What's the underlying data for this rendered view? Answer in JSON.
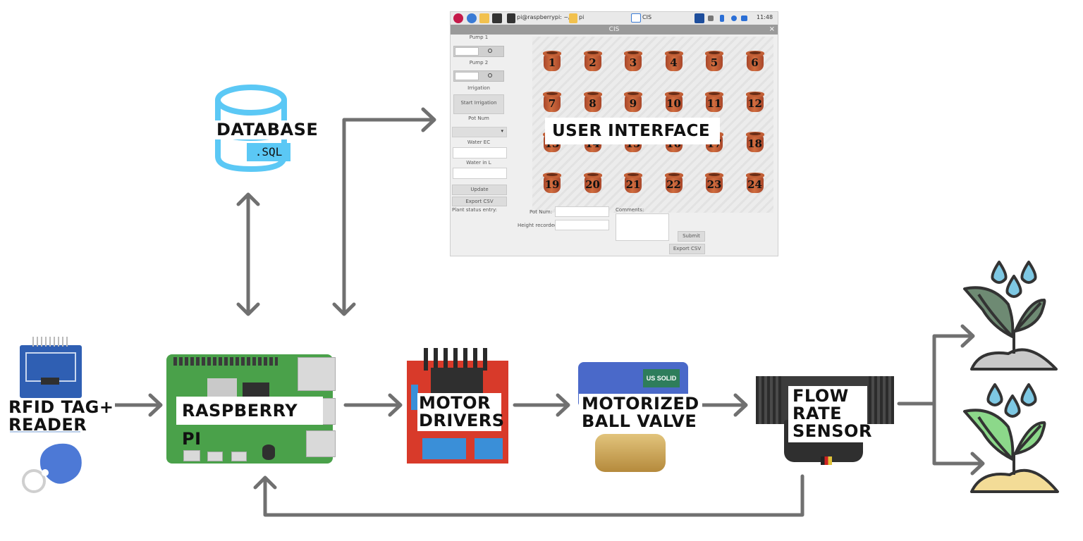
{
  "labels": {
    "database": "DATABASE",
    "database_ext": ".SQL",
    "user_interface": "USER INTERFACE",
    "rfid_line1": "RFID TAG+",
    "rfid_line2": "READER",
    "raspberry_pi": "RASPBERRY PI",
    "motor_line1": "MOTOR",
    "motor_line2": "DRIVERS",
    "valve_line1": "MOTORIZED",
    "valve_line2": "BALL VALVE",
    "flow_line1": "FLOW",
    "flow_line2": "RATE",
    "flow_line3": "SENSOR"
  },
  "colors": {
    "arrow": "#707070",
    "database_outline": "#5bc8f5",
    "leaf_dark": "#6e8a73",
    "leaf_light": "#8cd88a",
    "water_drop": "#7ec8e3",
    "soil_gray": "#c9c9c9",
    "soil_yellow": "#f3dc97"
  },
  "ui": {
    "taskbar": {
      "terminal_title": "pi@raspberrypi: ~/I...",
      "folder_title": "pi",
      "window_title": "CIS",
      "clock": "11:48"
    },
    "window_title": "CIS",
    "close_glyph": "×",
    "sidebar": {
      "pump1_label": "Pump 1",
      "pump2_label": "Pump 2",
      "irrigation_label": "Irrigation",
      "start_irrigation": "Start Irrigation",
      "pot_num_label": "Pot Num",
      "water_ec_label": "Water EC",
      "water_l_label": "Water in L",
      "update_button": "Update",
      "export_csv_button": "Export CSV",
      "plant_status_label": "Plant status entry:"
    },
    "pots": [
      "1",
      "2",
      "3",
      "4",
      "5",
      "6",
      "7",
      "8",
      "9",
      "10",
      "11",
      "12",
      "13",
      "14",
      "15",
      "16",
      "17",
      "18",
      "19",
      "20",
      "21",
      "22",
      "23",
      "24"
    ],
    "form": {
      "pot_num_label": "Pot Num:",
      "height_label": "Height recorded:",
      "comments_label": "Comments:",
      "submit_button": "Submit",
      "export_csv_button": "Export CSV"
    }
  },
  "devices": {
    "valve_brand": "US SOLID"
  }
}
